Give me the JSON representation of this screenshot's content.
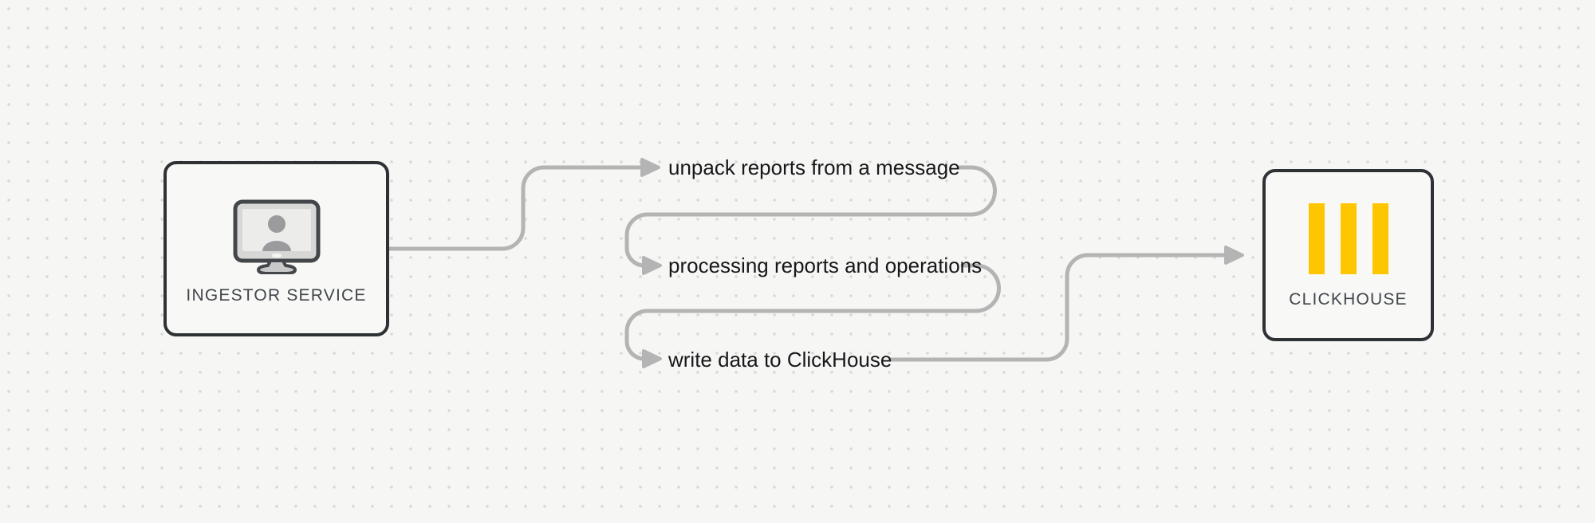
{
  "diagram": {
    "background_color": "#f6f6f4",
    "dot_color": "#d8d8d6",
    "colors": {
      "connector": "#b4b4b4",
      "node_border": "#2e3235",
      "node_fill": "#f8f8f7",
      "step_text": "#17181a",
      "clickhouse_yellow": "#FEC601"
    },
    "nodes": {
      "ingestor": {
        "label": "INGESTOR SERVICE",
        "icon": "monitor-user-icon"
      },
      "clickhouse": {
        "label": "CLICKHOUSE",
        "icon": "clickhouse-bars-icon",
        "bar_color": "#FEC601"
      }
    },
    "steps": [
      {
        "label": "unpack reports from a message"
      },
      {
        "label": "processing reports and operations"
      },
      {
        "label": "write data to ClickHouse"
      }
    ]
  }
}
